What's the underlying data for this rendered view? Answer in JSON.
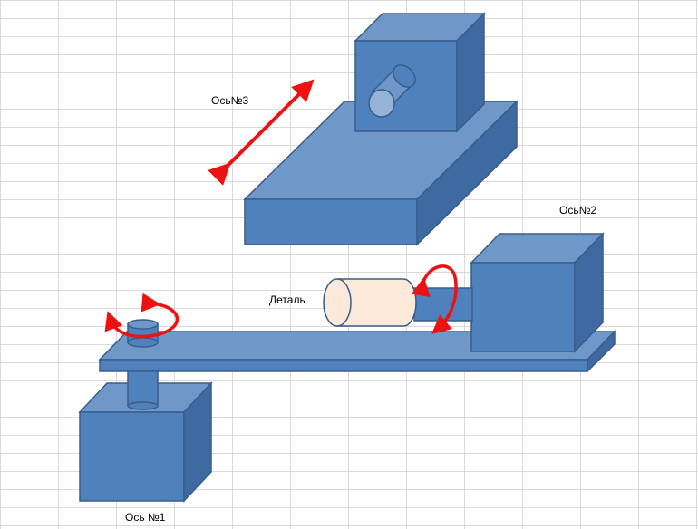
{
  "labels": {
    "axis3": "Ось№3",
    "axis2": "Ось№2",
    "part": "Деталь",
    "axis1": "Ось №1"
  },
  "colors": {
    "front": "#4f81bd",
    "top": "#6f98c9",
    "side": "#3e6aa1",
    "edge": "#385d8a",
    "arrow": "#ee1111",
    "part_fill": "#fde9d9",
    "grid": "#d9d9d9"
  }
}
